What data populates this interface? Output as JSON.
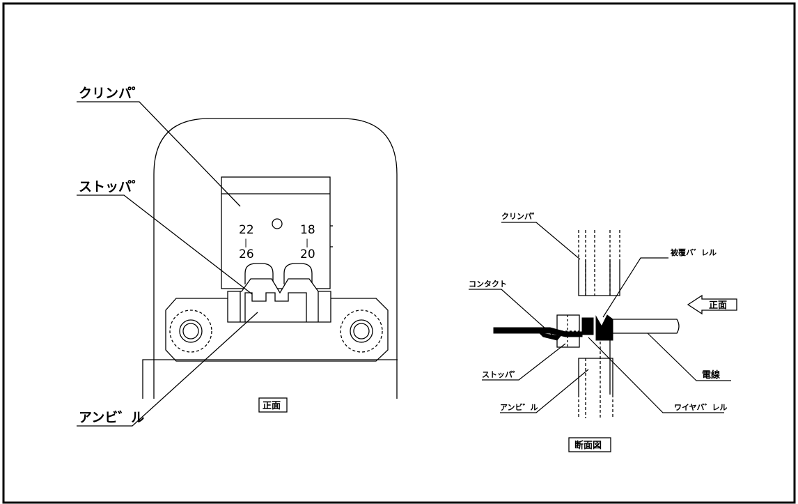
{
  "front_view": {
    "labels": {
      "crimper": "クリンパ゜",
      "stopper": "ストッパ゜",
      "anvil": "アンビ゛ル"
    },
    "wire_size_left": {
      "top": "22",
      "sep": "|",
      "bottom": "26"
    },
    "wire_size_right": {
      "top": "18",
      "sep": "|",
      "bottom": "20"
    },
    "caption": "正面"
  },
  "section_view": {
    "labels": {
      "crimper": "クリンパ゜",
      "insulation_barrel": "被覆バ゛レル",
      "contact": "コンタクト",
      "front_arrow": "正面",
      "stopper": "ストッパ゜",
      "wire": "電線",
      "anvil": "アンビ゛ル",
      "wire_barrel": "ワイヤバ゛レル"
    },
    "caption": "断面図"
  }
}
